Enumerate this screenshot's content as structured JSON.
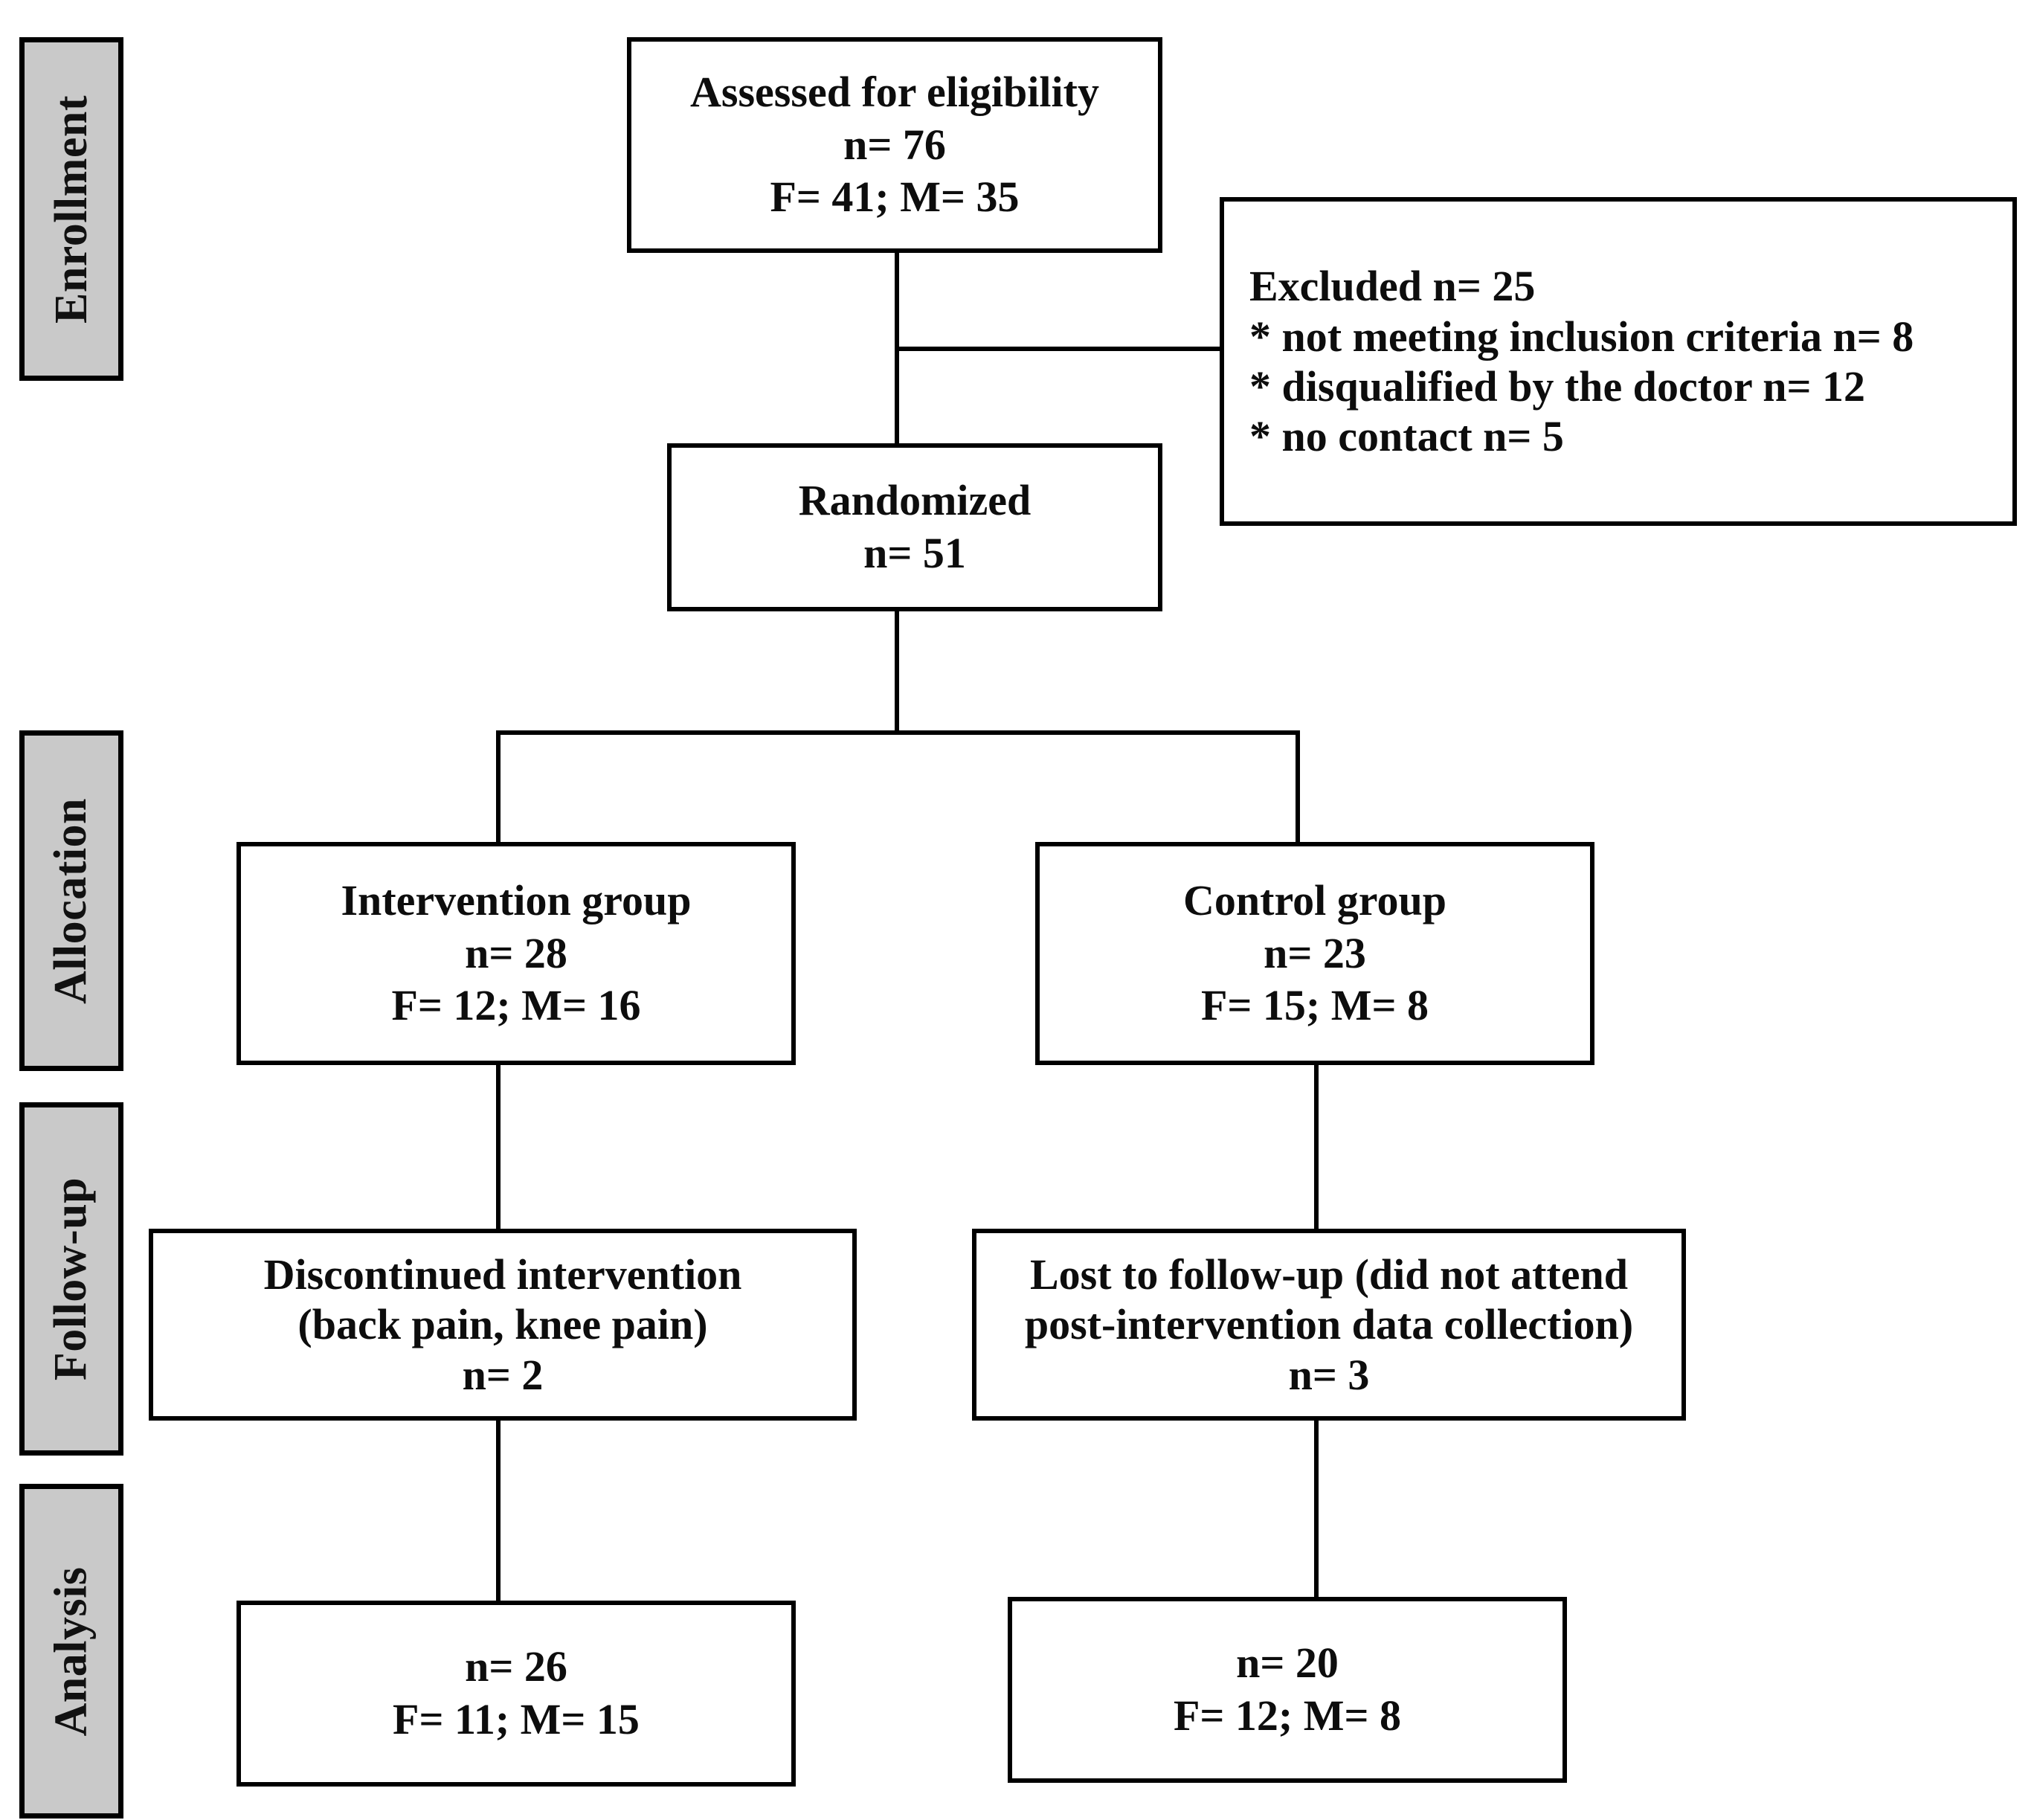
{
  "diagram": {
    "type": "consort-flow-diagram",
    "colors": {
      "stage_label_fill": "#c9c9c9",
      "box_border": "#000000",
      "box_fill": "#ffffff",
      "text": "#0d0d0d"
    },
    "stages": [
      {
        "id": "enrollment",
        "label": "Enrollment"
      },
      {
        "id": "allocation",
        "label": "Allocation"
      },
      {
        "id": "followup",
        "label": "Follow-up"
      },
      {
        "id": "analysis",
        "label": "Analysis"
      }
    ],
    "boxes": {
      "assessed": {
        "lines": [
          "Assessed for eligibility",
          "n= 76",
          "F= 41; M= 35"
        ]
      },
      "excluded": {
        "lines": [
          "Excluded  n= 25",
          "* not meeting inclusion criteria  n= 8",
          "* disqualified by the doctor  n= 12",
          "* no contact  n= 5"
        ]
      },
      "randomized": {
        "lines": [
          "Randomized",
          "n= 51"
        ]
      },
      "intervention_group": {
        "lines": [
          "Intervention group",
          "n= 28",
          "F= 12; M= 16"
        ]
      },
      "control_group": {
        "lines": [
          "Control group",
          "n= 23",
          "F= 15; M= 8"
        ]
      },
      "discontinued": {
        "lines": [
          "Discontinued intervention",
          "(back pain, knee pain)",
          "n= 2"
        ]
      },
      "lost_followup": {
        "lines": [
          "Lost to follow-up (did not attend",
          "post-intervention data collection)",
          "n= 3"
        ]
      },
      "analysis_intervention": {
        "lines": [
          "n= 26",
          "F= 11; M= 15"
        ]
      },
      "analysis_control": {
        "lines": [
          "n= 20",
          "F= 12; M= 8"
        ]
      }
    }
  }
}
